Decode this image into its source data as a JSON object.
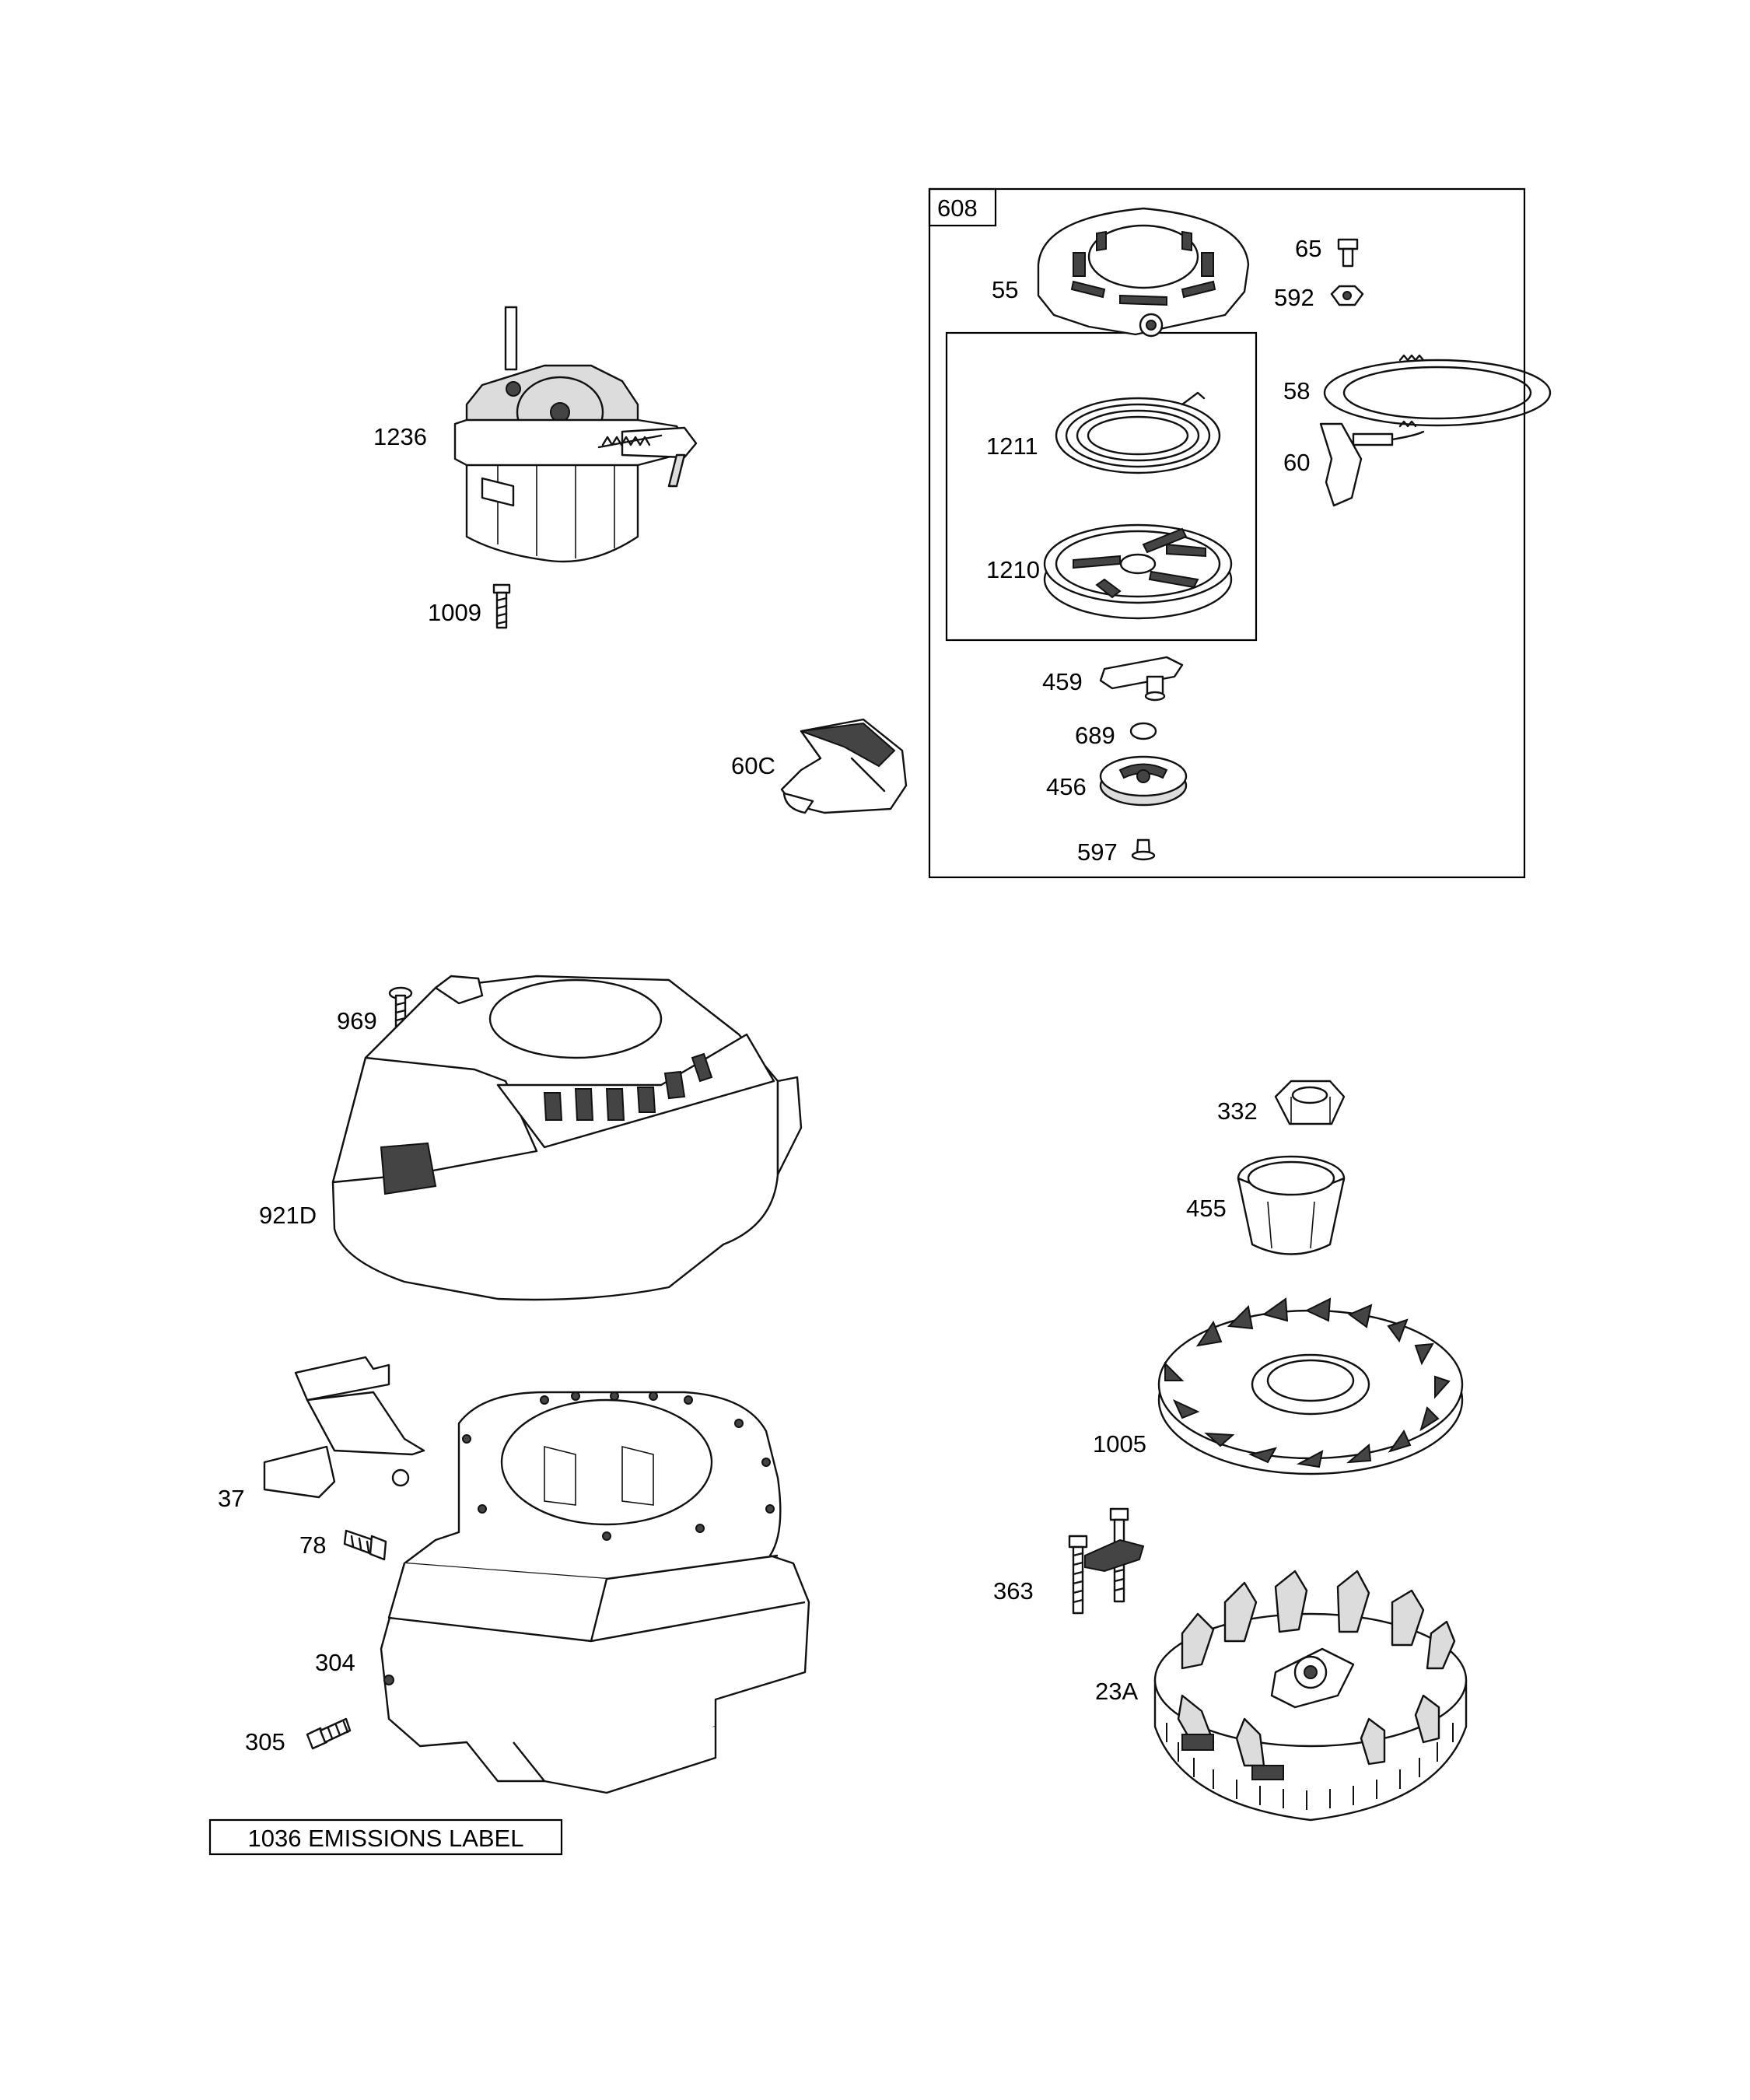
{
  "callouts": {
    "p1236": "1236",
    "p1009": "1009",
    "p60c": "60C",
    "p608": "608",
    "p55": "55",
    "p65": "65",
    "p592": "592",
    "p58": "58",
    "p60": "60",
    "p1211": "1211",
    "p1210": "1210",
    "p459": "459",
    "p689": "689",
    "p456": "456",
    "p597": "597",
    "p969": "969",
    "p921d": "921D",
    "p332": "332",
    "p455": "455",
    "p37": "37",
    "p78": "78",
    "p304": "304",
    "p305": "305",
    "p1005": "1005",
    "p363": "363",
    "p23a": "23A"
  },
  "emissions_label": "1036 EMISSIONS LABEL"
}
